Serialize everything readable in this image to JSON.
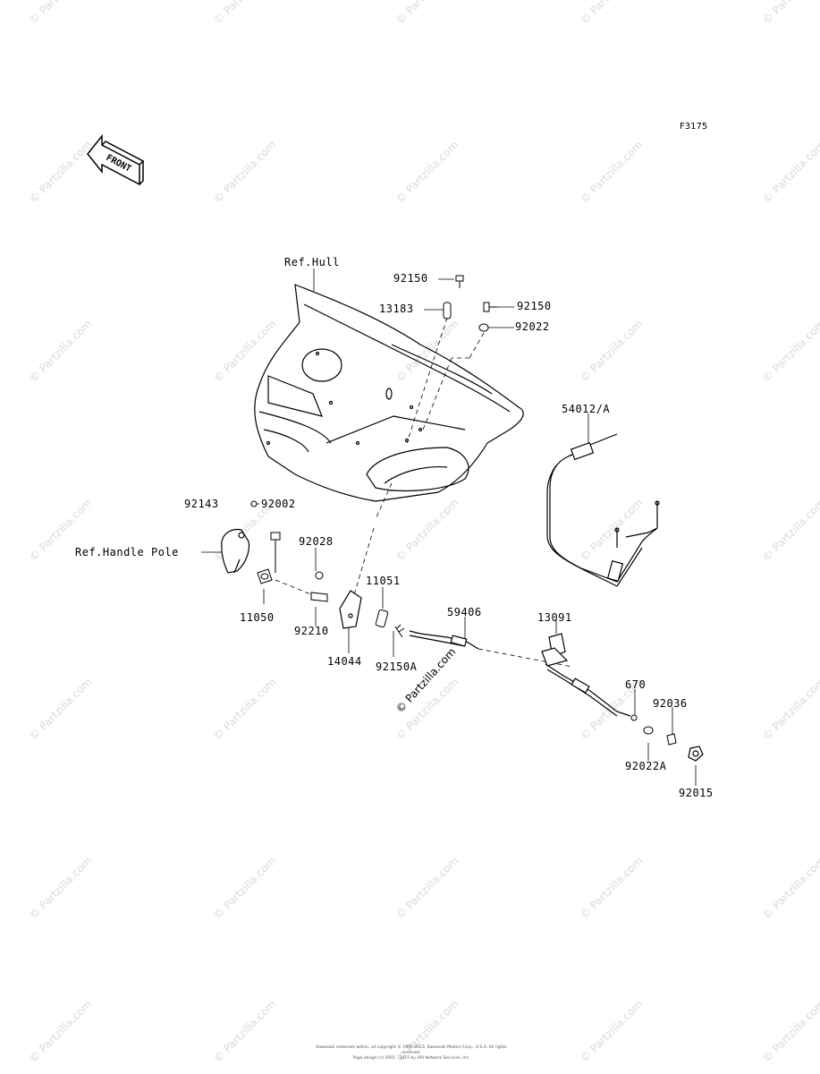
{
  "diagram_code": "F3175",
  "front_label": "FRONT",
  "watermark_text": "© Partzilla.com",
  "center_watermark": "© Partzilla.com",
  "copyright_line1": "Kawasaki materials within, all copyright © 1995-2015, Kawasaki Motors Corp., U.S.A. All rights reserved.",
  "copyright_line2": "Page design (c) 2001 - 2015 by ARI Network Services, Inc.",
  "labels": {
    "ref_hull": "Ref.Hull",
    "p92150_top": "92150",
    "p13183": "13183",
    "p92150_right": "92150",
    "p92022": "92022",
    "p54012": "54012/A",
    "p92143": "92143",
    "p92002": "92002",
    "ref_handle_pole": "Ref.Handle Pole",
    "p92028": "92028",
    "p11051": "11051",
    "p11050": "11050",
    "p92210": "92210",
    "p14044": "14044",
    "p92150a": "92150A",
    "p59406": "59406",
    "p13091": "13091",
    "p670": "670",
    "p92036": "92036",
    "p92022a": "92022A",
    "p92015": "92015"
  }
}
